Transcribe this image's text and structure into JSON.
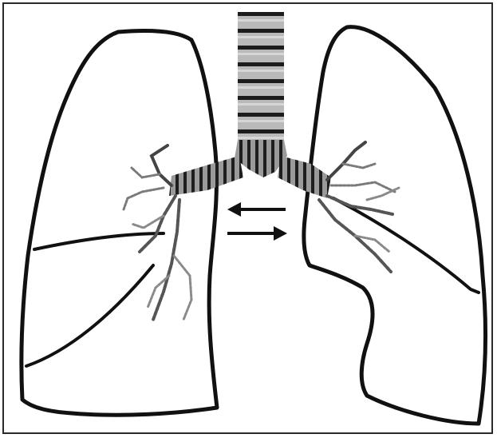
{
  "diagram": {
    "subject": "lungs-and-bronchial-tree",
    "colors": {
      "outline": "#111111",
      "background": "#ffffff",
      "trachea_ring": "#1c1c1c",
      "trachea_fill": "#b5b5b5",
      "bronchi": "#3a3a3a",
      "bronchioles": "#8a8a8a"
    },
    "arrows": {
      "upper": "left",
      "lower": "right"
    }
  }
}
